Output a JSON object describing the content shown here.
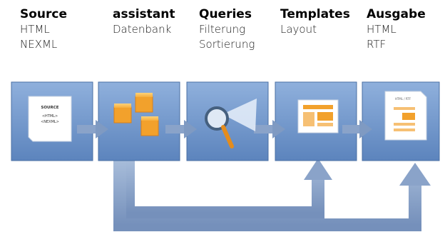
{
  "columns": [
    {
      "heading": "Source",
      "lines": [
        "HTML",
        "NEXML"
      ]
    },
    {
      "heading": "assistant",
      "lines": [
        "Datenbank",
        ""
      ]
    },
    {
      "heading": "Queries",
      "lines": [
        "Filterung",
        "Sortierung"
      ]
    },
    {
      "heading": "Templates",
      "lines": [
        "Layout",
        ""
      ]
    },
    {
      "heading": "Ausgabe",
      "lines": [
        "HTML",
        "RTF"
      ]
    }
  ],
  "source_doc": {
    "title": "SOURCE",
    "line1": "<HTML>",
    "line2": "<NEXML>"
  },
  "output_doc": {
    "title": "HTML / RTF"
  },
  "colors": {
    "tile": "#6f95c8",
    "tile_edge": "#4a6fa3",
    "arrow": "#7f9cc4",
    "orange": "#f2a12c",
    "orange_dark": "#d9811a"
  }
}
